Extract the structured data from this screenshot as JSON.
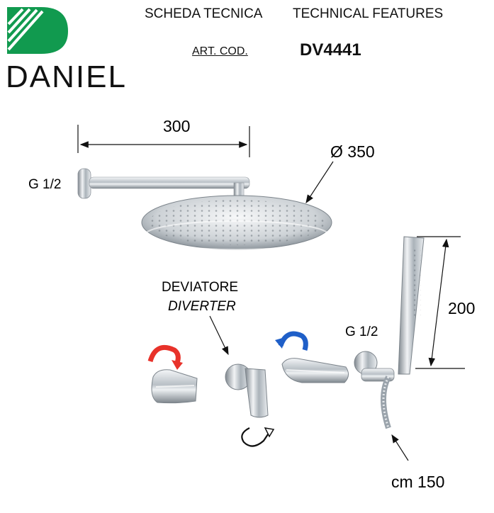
{
  "brand": {
    "name": "DANIEL",
    "logo_color": "#119a4f"
  },
  "header": {
    "title_it": "SCHEDA TECNICA",
    "title_en": "TECHNICAL FEATURES",
    "art_label": "ART. COD.",
    "art_code": "DV4441"
  },
  "dimensions": {
    "arm_length": "300",
    "head_diameter": "Ø 350",
    "arm_connection": "G 1/2",
    "handshower_height": "200",
    "outlet_connection": "G 1/2",
    "hose_length": "cm 150"
  },
  "diverter": {
    "label_it": "DEVIATORE",
    "label_en": "DIVERTER"
  },
  "colors": {
    "hot": "#e8322a",
    "cold": "#1f5fc8",
    "chrome": "#9aa3ab"
  }
}
